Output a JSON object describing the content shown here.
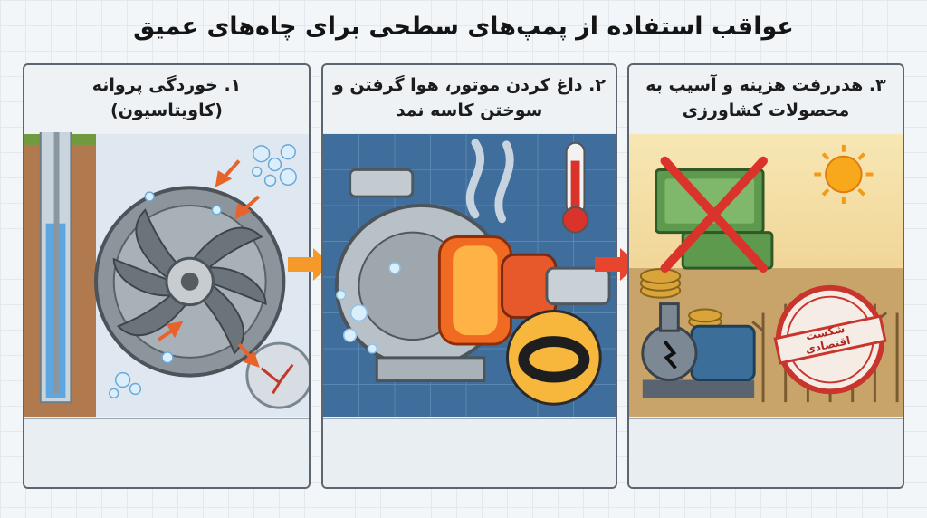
{
  "title": "عواقب استفاده از پمپ‌های سطحی برای چاه‌های عمیق",
  "panels": [
    {
      "line1": "۱. خوردگی پروانه",
      "line2": "(کاویتاسیون)"
    },
    {
      "line1": "۲. داغ کردن موتور، هوا گرفتن و",
      "line2": "سوختن کاسه نمد"
    },
    {
      "line1": "۳. هدررفت هزینه و آسیب به",
      "line2": "محصولات کشاورزی"
    }
  ],
  "stamp": {
    "label": "شکست اقتصادی"
  },
  "colors": {
    "accent_arrow": "#f59a2a",
    "danger": "#d9332b",
    "border": "#5b6670"
  },
  "icons": [
    "well-pipe-icon",
    "impeller-icon",
    "bubbles-icon",
    "pump-icon",
    "thermometer-icon",
    "gasket-icon",
    "money-icon",
    "sun-icon",
    "cross-icon",
    "motor-pump-icon",
    "stamp-icon"
  ]
}
